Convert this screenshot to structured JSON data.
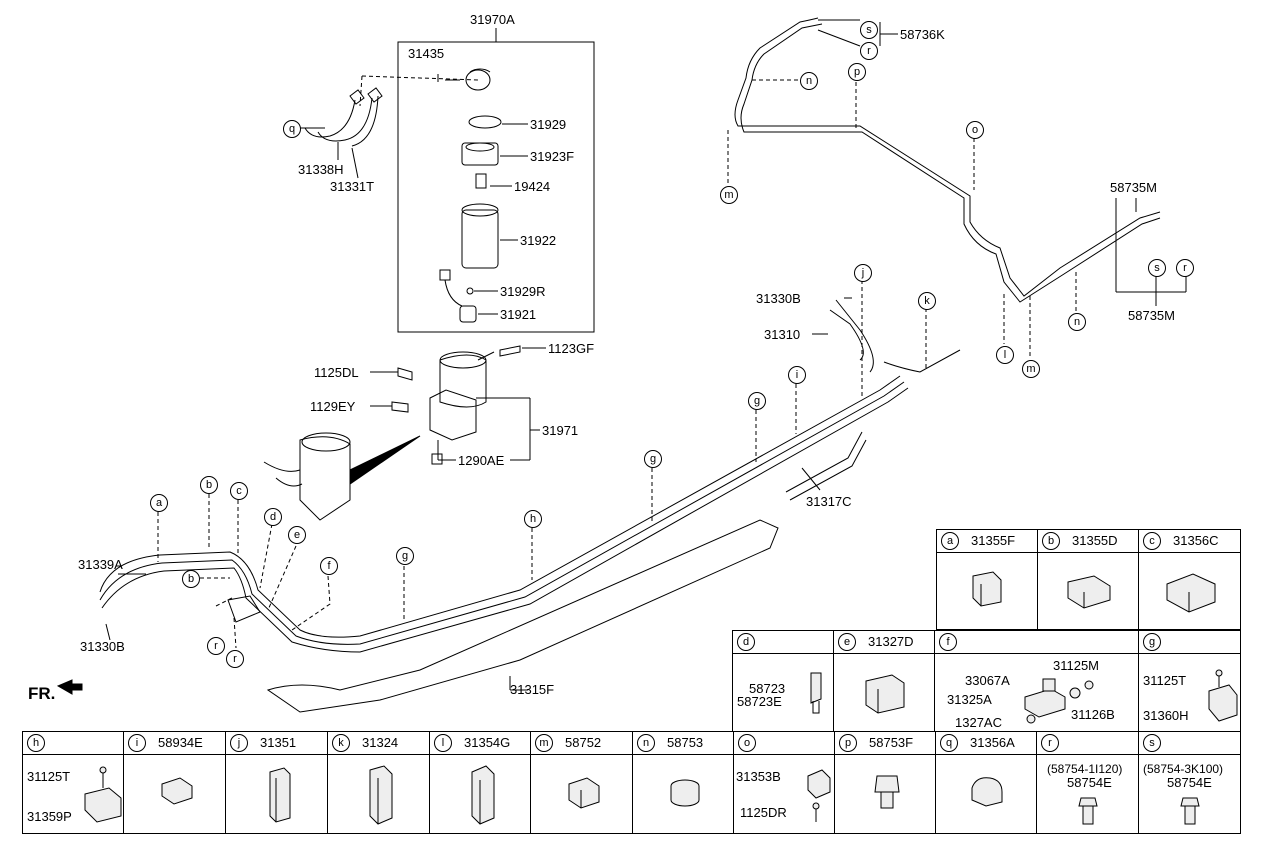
{
  "diagram": {
    "callouts": {
      "p31970A": "31970A",
      "p31435": "31435",
      "p31929": "31929",
      "p31923F": "31923F",
      "p19424": "19424",
      "p31922": "31922",
      "p31929R": "31929R",
      "p31921": "31921",
      "p1123GF": "1123GF",
      "p1125DL": "1125DL",
      "p1129EY": "1129EY",
      "p31971": "31971",
      "p1290AE": "1290AE",
      "p31338H": "31338H",
      "p31331T": "31331T",
      "p31339A": "31339A",
      "p31330B_left": "31330B",
      "p31315F": "31315F",
      "p31317C": "31317C",
      "p31330B_right": "31330B",
      "p31310": "31310",
      "p58736K": "58736K",
      "p58735M_top": "58735M",
      "p58735M_bottom": "58735M",
      "fr": "FR."
    },
    "letters": {
      "a": "a",
      "b": "b",
      "c": "c",
      "d": "d",
      "e": "e",
      "f": "f",
      "g": "g",
      "h": "h",
      "i": "i",
      "j": "j",
      "k": "k",
      "l": "l",
      "m": "m",
      "n": "n",
      "o": "o",
      "p": "p",
      "q": "q",
      "r": "r",
      "s": "s"
    }
  },
  "table": {
    "a": {
      "letter": "a",
      "part": "31355F"
    },
    "b": {
      "letter": "b",
      "part": "31355D"
    },
    "c": {
      "letter": "c",
      "part": "31356C"
    },
    "d": {
      "letter": "d",
      "part": "",
      "sub1": "58723",
      "sub2": "58723E"
    },
    "e": {
      "letter": "e",
      "part": "31327D"
    },
    "f": {
      "letter": "f",
      "part": "",
      "sub1": "33067A",
      "sub2": "31125M",
      "sub3": "31325A",
      "sub4": "31126B",
      "sub5": "1327AC"
    },
    "g": {
      "letter": "g",
      "part": "",
      "sub1": "31125T",
      "sub2": "31360H"
    },
    "h": {
      "letter": "h",
      "part": "",
      "sub1": "31125T",
      "sub2": "31359P"
    },
    "i": {
      "letter": "i",
      "part": "58934E"
    },
    "j": {
      "letter": "j",
      "part": "31351"
    },
    "k": {
      "letter": "k",
      "part": "31324"
    },
    "l": {
      "letter": "l",
      "part": "31354G"
    },
    "m": {
      "letter": "m",
      "part": "58752"
    },
    "n": {
      "letter": "n",
      "part": "58753"
    },
    "o": {
      "letter": "o",
      "part": "",
      "sub1": "31353B",
      "sub2": "1125DR"
    },
    "p": {
      "letter": "p",
      "part": "58753F"
    },
    "q": {
      "letter": "q",
      "part": "31356A"
    },
    "r": {
      "letter": "r",
      "part": "",
      "sub1": "(58754-1I120)",
      "sub2": "58754E"
    },
    "s": {
      "letter": "s",
      "part": "",
      "sub1": "(58754-3K100)",
      "sub2": "58754E"
    }
  }
}
